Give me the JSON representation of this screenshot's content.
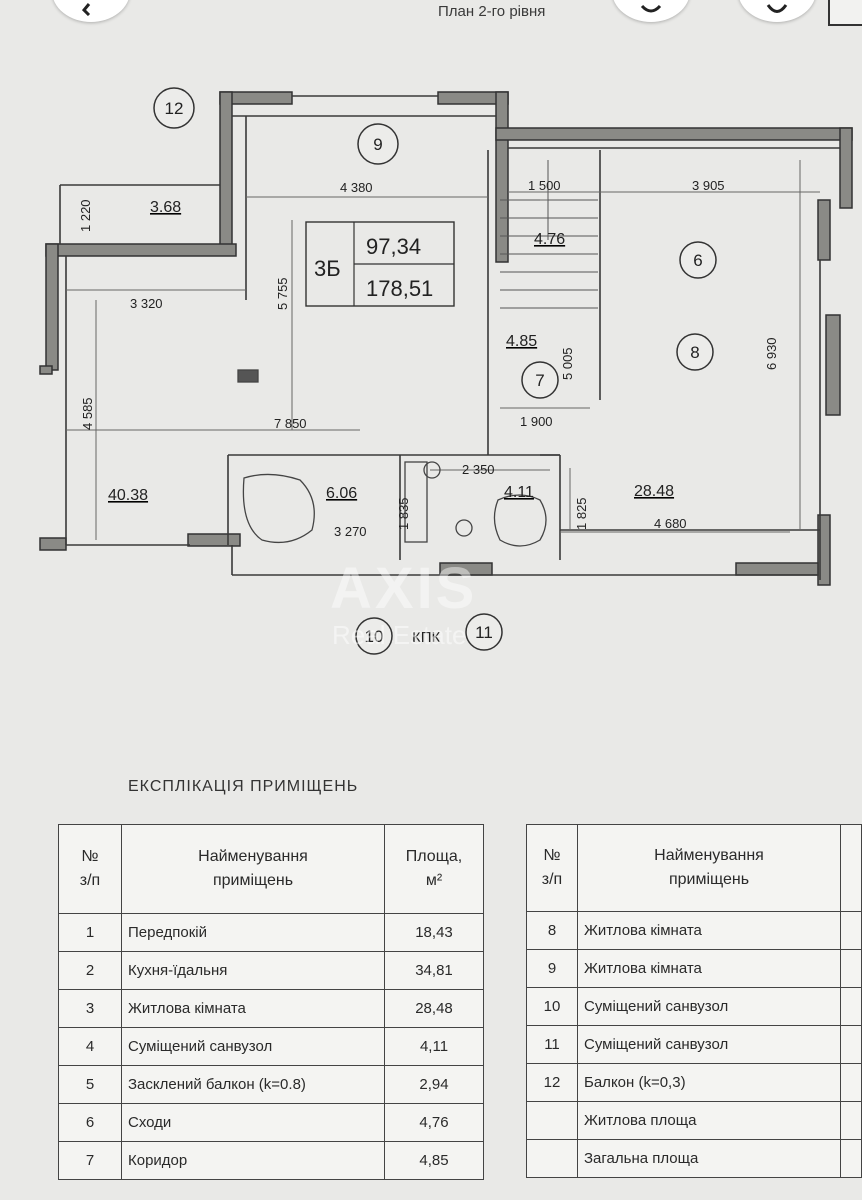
{
  "header": {
    "back_icon": "chevron-left-icon",
    "action_icons": [
      "share-icon",
      "heart-icon"
    ],
    "title": "План 2-го рівня"
  },
  "plan": {
    "apartment": {
      "code": "3Б",
      "living_area": "97,34",
      "total_area": "178,51"
    },
    "room_numbers": [
      "12",
      "9",
      "6",
      "8",
      "7",
      "10",
      "11"
    ],
    "areas": [
      "3.68",
      "4.76",
      "4.85",
      "40.38",
      "6.06",
      "4.11",
      "28.48"
    ],
    "dimensions": [
      "1 220",
      "4 380",
      "1 500",
      "3 905",
      "3 320",
      "5 755",
      "5 005",
      "6 930",
      "4 585",
      "7 850",
      "1 900",
      "2 350",
      "1 835",
      "1 825",
      "3 270",
      "4 680"
    ],
    "label_kpk": "КПК",
    "watermark": "AXIS",
    "watermark_sub": "Real Estate"
  },
  "explication": {
    "title": "ЕКСПЛІКАЦІЯ ПРИМІЩЕНЬ",
    "left_table": {
      "headers": [
        "№\nз/п",
        "Найменування\nприміщень",
        "Площа,\nм²"
      ],
      "rows": [
        {
          "num": "1",
          "name": "Передпокій",
          "area": "18,43"
        },
        {
          "num": "2",
          "name": "Кухня-їдальня",
          "area": "34,81"
        },
        {
          "num": "3",
          "name": "Житлова кімната",
          "area": "28,48"
        },
        {
          "num": "4",
          "name": "Суміщений санвузол",
          "area": "4,11"
        },
        {
          "num": "5",
          "name": "Засклений балкон (k=0.8)",
          "area": "2,94"
        },
        {
          "num": "6",
          "name": "Сходи",
          "area": "4,76"
        },
        {
          "num": "7",
          "name": "Коридор",
          "area": "4,85"
        }
      ]
    },
    "right_table": {
      "headers": [
        "№\nз/п",
        "Найменування\nприміщень"
      ],
      "rows": [
        {
          "num": "8",
          "name": "Житлова кімната"
        },
        {
          "num": "9",
          "name": "Житлова кімната"
        },
        {
          "num": "10",
          "name": "Суміщений санвузол"
        },
        {
          "num": "11",
          "name": "Суміщений санвузол"
        },
        {
          "num": "12",
          "name": "Балкон (k=0,3)"
        },
        {
          "num": "",
          "name": "Житлова площа"
        },
        {
          "num": "",
          "name": "Загальна площа"
        }
      ]
    }
  }
}
